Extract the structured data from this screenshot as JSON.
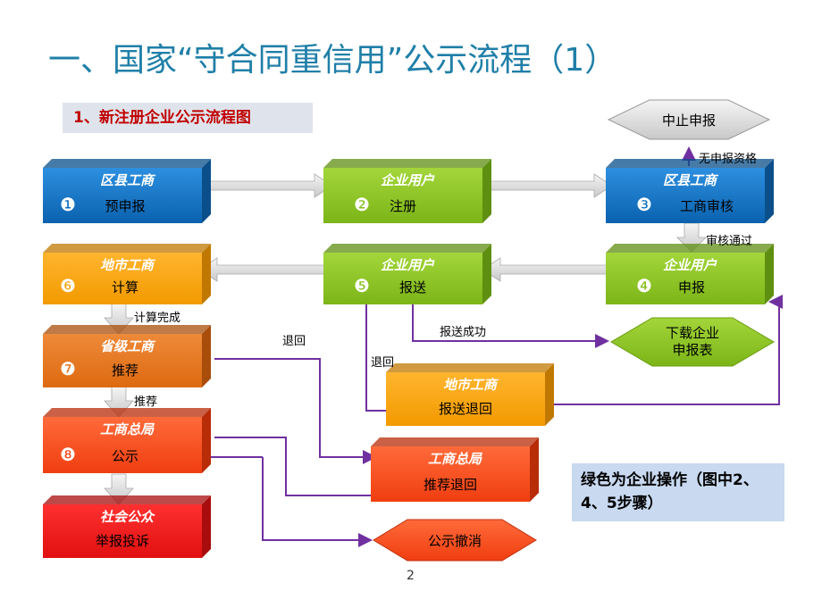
{
  "title": "一、国家“守合同重信用”公示流程（1）",
  "subtitle": "1、新注册企业公示流程图",
  "note": "绿色为企业操作（图中2、4、5步骤）",
  "page_number": "2",
  "boxes": [
    {
      "id": "b1",
      "num": "1",
      "head": "区县工商",
      "body": "预申报"
    },
    {
      "id": "b2",
      "num": "2",
      "head": "企业用户",
      "body": "注册"
    },
    {
      "id": "b3",
      "num": "3",
      "head": "区县工商",
      "body": "工商审核"
    },
    {
      "id": "b4",
      "num": "4",
      "head": "企业用户",
      "body": "申报"
    },
    {
      "id": "b5",
      "num": "5",
      "head": "企业用户",
      "body": "报送"
    },
    {
      "id": "b6",
      "num": "6",
      "head": "地市工商",
      "body": "计算"
    },
    {
      "id": "b7",
      "num": "7",
      "head": "省级工商",
      "body": "推荐"
    },
    {
      "id": "b8",
      "num": "8",
      "head": "工商总局",
      "body": "公示"
    },
    {
      "id": "b9",
      "num": "",
      "head": "社会公众",
      "body": "举报投诉"
    },
    {
      "id": "b10",
      "num": "",
      "head": "地市工商",
      "body": "报送退回"
    },
    {
      "id": "b11",
      "num": "",
      "head": "工商总局",
      "body": "推荐退回"
    }
  ],
  "diamonds": {
    "stop": "中止申报",
    "download": [
      "下载企业",
      "申报表"
    ],
    "revoke": "公示撤消"
  },
  "labels": {
    "no_qual": "无申报资格",
    "approved": "审核通过",
    "calc_done": "计算完成",
    "recommend": "推荐",
    "report_ok": "报送成功",
    "return1": "退回",
    "return2": "退回"
  },
  "colors": {
    "blue": "#0f73c2",
    "green": "#8cc520",
    "orange": "#f5a10f",
    "dark_orange": "#e3711a",
    "red_orange": "#f24d1c",
    "red": "#e81b1b",
    "purple": "#7030a0",
    "arrow_gray": "#d9d9d9"
  }
}
